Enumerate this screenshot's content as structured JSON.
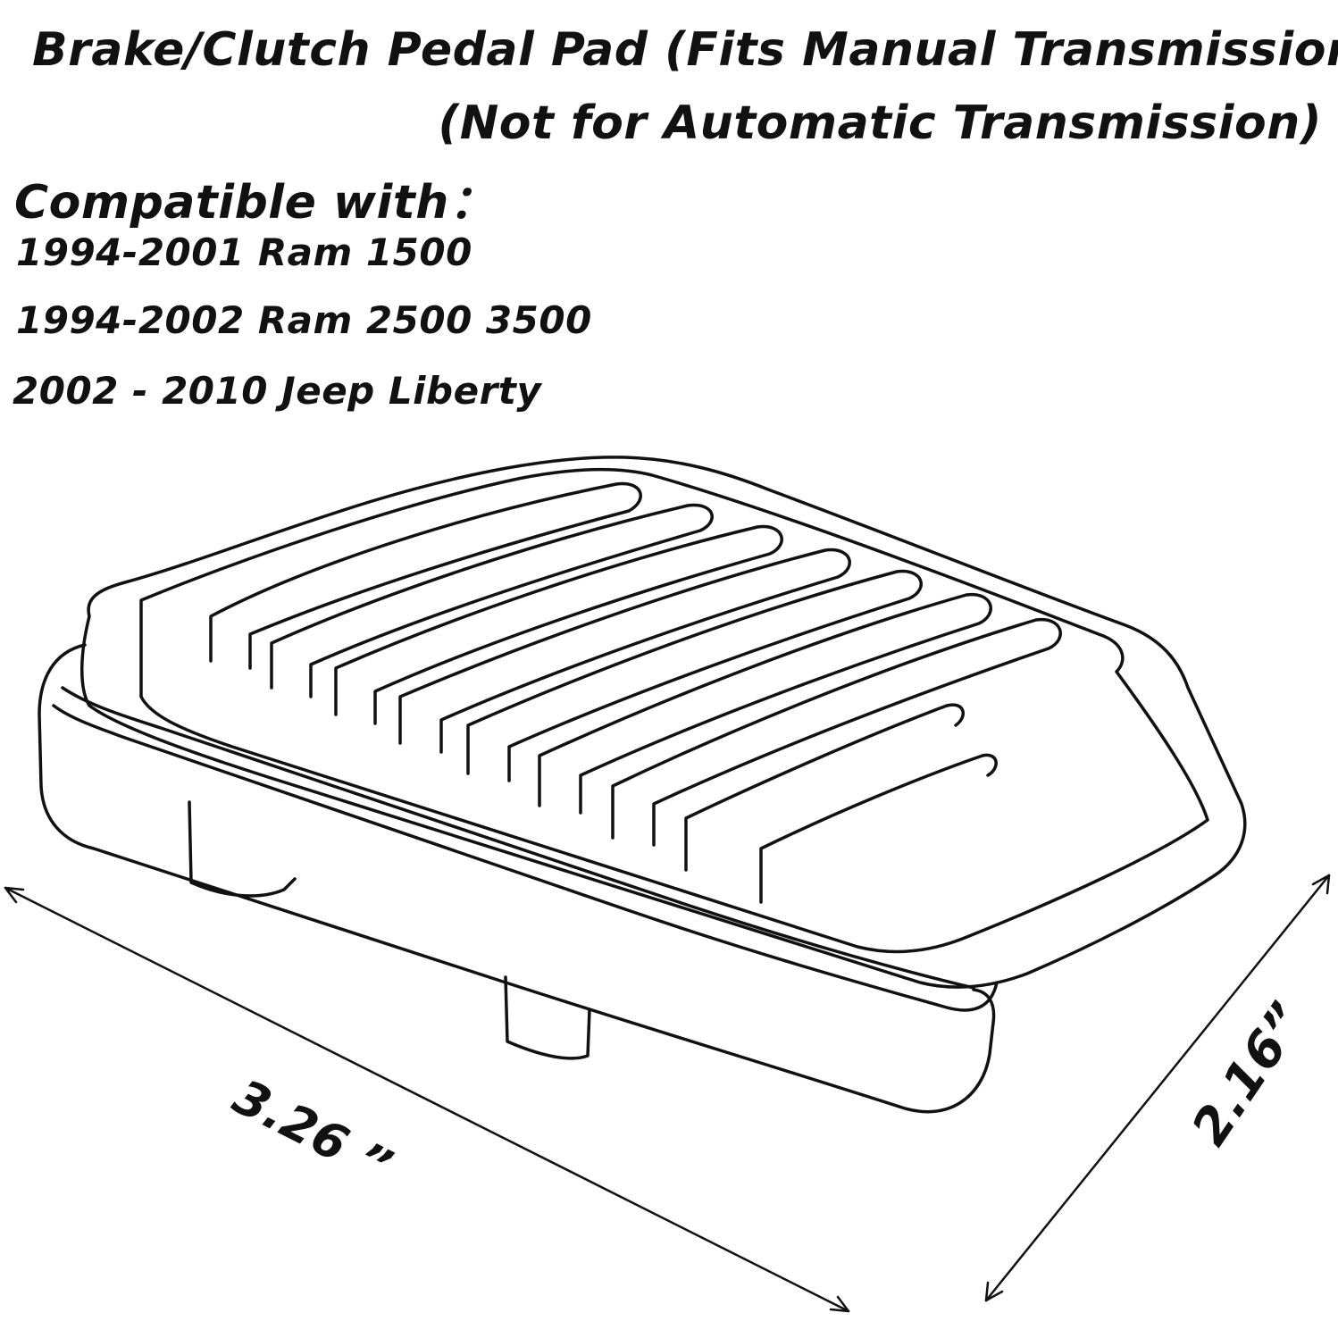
{
  "header": {
    "title_line1": "Brake/Clutch Pedal Pad (Fits Manual Transmissions)",
    "title_line2": "(Not for Automatic Transmission)"
  },
  "compatibility": {
    "heading": "Compatible with：",
    "items": [
      "1994-2001 Ram 1500",
      "1994-2002 Ram 2500 3500",
      "2002 - 2010 Jeep Liberty"
    ]
  },
  "dimensions": {
    "length_label": "3.26 ”",
    "width_label": "2.16”"
  }
}
